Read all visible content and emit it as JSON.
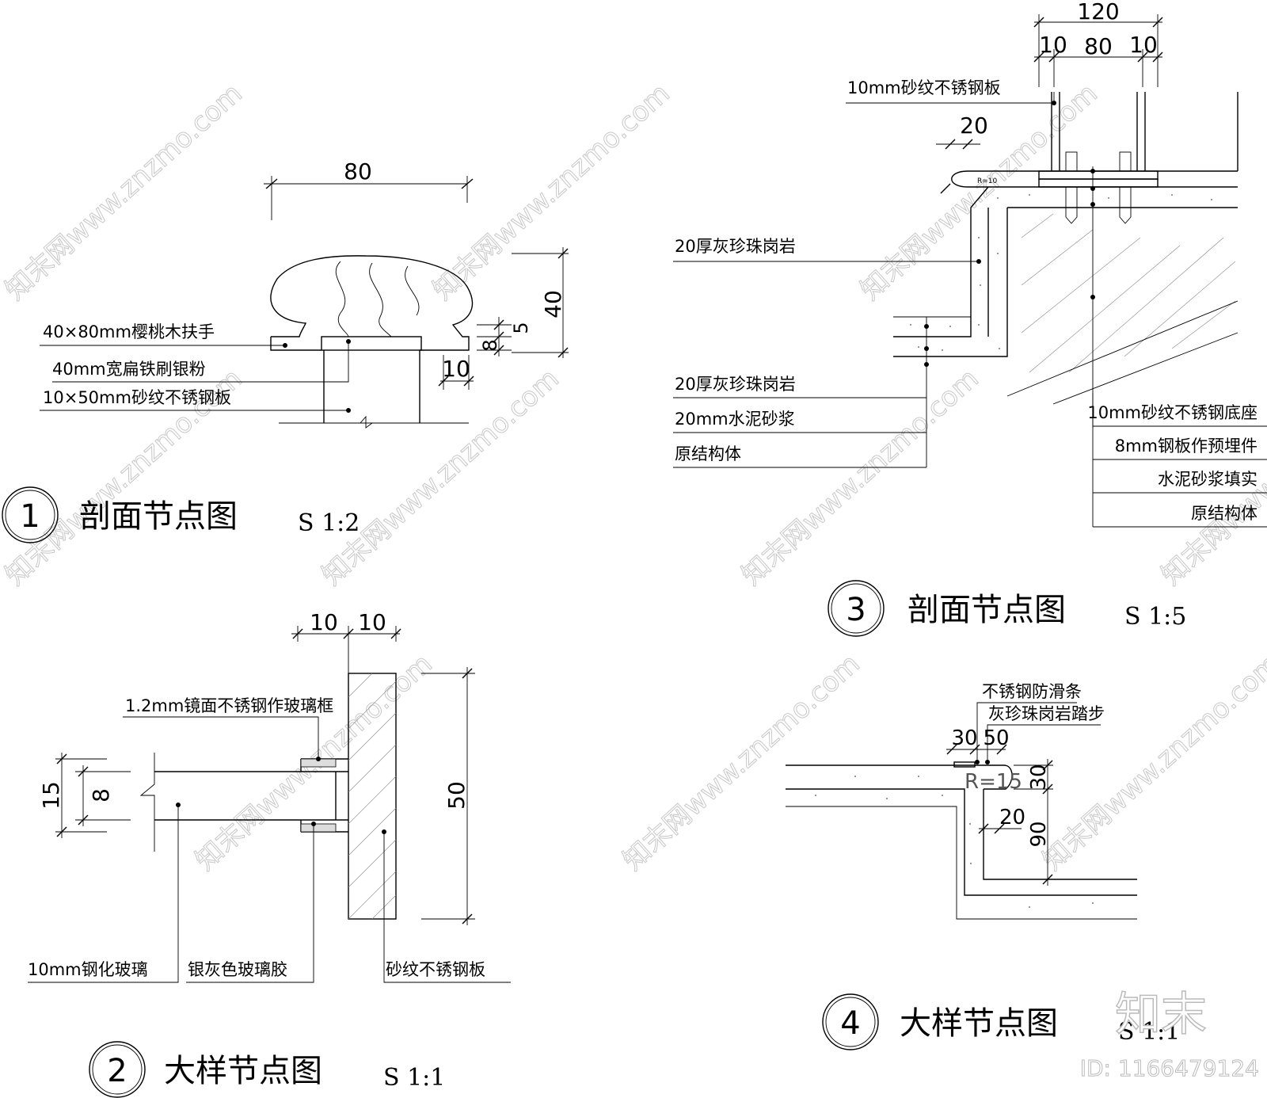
{
  "watermark": {
    "text": "知末网www.znzmo.com",
    "brand": "知末",
    "id_text": "ID: 1166479124"
  },
  "detail1": {
    "num": "1",
    "title": "剖面节点图",
    "scale": "S 1:2",
    "dims": {
      "width": "80",
      "height": "40",
      "d5": "5",
      "d8": "8",
      "d10": "10"
    },
    "labels": [
      "40×80mm樱桃木扶手",
      "40mm宽扁铁刷银粉",
      "10×50mm砂纹不锈钢板"
    ]
  },
  "detail2": {
    "num": "2",
    "title": "大样节点图",
    "scale": "S 1:1",
    "dims": {
      "a": "10",
      "b": "10",
      "h": "50",
      "g15": "15",
      "g8": "8"
    },
    "labels": {
      "frame": "1.2mm镜面不锈钢作玻璃框",
      "glass": "10mm钢化玻璃",
      "glue": "银灰色玻璃胶",
      "plate": "砂纹不锈钢板"
    }
  },
  "detail3": {
    "num": "3",
    "title": "剖面节点图",
    "scale": "S 1:5",
    "dims": {
      "w120": "120",
      "w10a": "10",
      "w80": "80",
      "w10b": "10",
      "w20": "20",
      "r": "R=10"
    },
    "labels": {
      "top": "10mm砂纹不锈钢板",
      "granite": "20厚灰珍珠岗岩"
    },
    "left_stack": [
      "20厚灰珍珠岗岩",
      "20mm水泥砂浆",
      "原结构体"
    ],
    "right_stack": [
      "10mm砂纹不锈钢底座",
      "8mm钢板作预埋件",
      "水泥砂浆填实",
      "原结构体"
    ]
  },
  "detail4": {
    "num": "4",
    "title": "大样节点图",
    "scale": "S 1:1",
    "labels": [
      "不锈钢防滑条",
      "灰珍珠岗岩踏步"
    ],
    "dims": {
      "d30": "30",
      "d50": "50",
      "r": "R=15",
      "v30": "30",
      "d20": "20",
      "v90": "90"
    }
  }
}
